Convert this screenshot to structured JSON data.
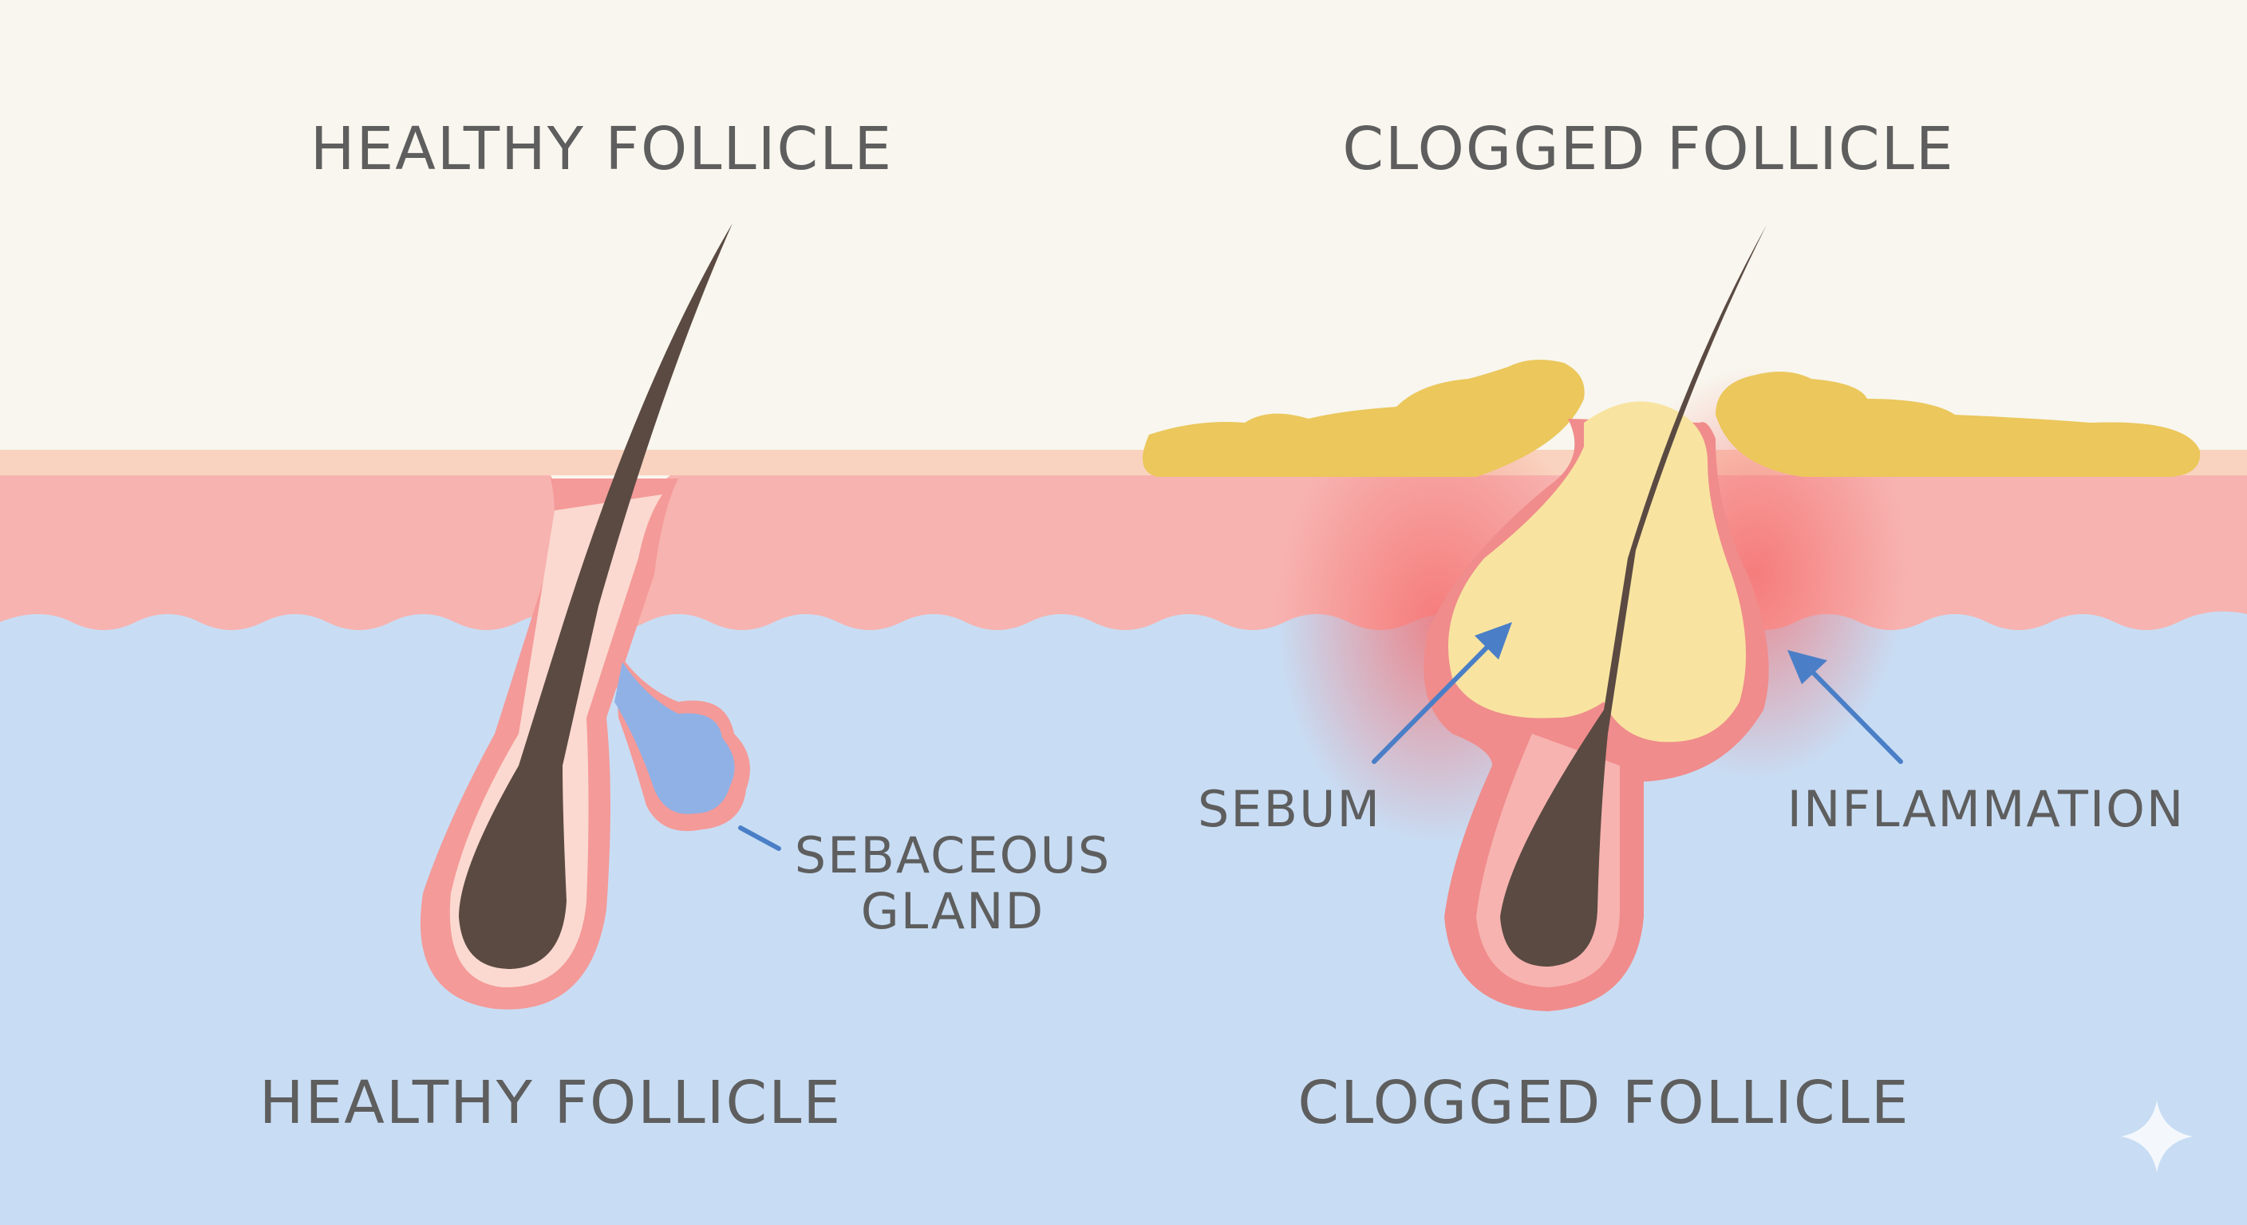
{
  "titles": {
    "healthy_top": "HEALTHY FOLLICLE",
    "clogged_top": "CLOGGED FOLLICLE"
  },
  "captions": {
    "healthy_bottom": "HEALTHY FOLLICLE",
    "clogged_bottom": "CLOGGED FOLLICLE"
  },
  "labels": {
    "sebaceous_line1": "SEBACEOUS",
    "sebaceous_line2": "GLAND",
    "sebum": "SEBUM",
    "inflammation": "INFLAMMATION"
  },
  "colors": {
    "background": "#f8f6ee",
    "epidermis": "#f7b3b0",
    "dermis": "#c8ddf4",
    "follicle_wall": "#f08c8c",
    "hair": "#5a4a42",
    "sebum": "#f8e4a0",
    "crust": "#ebc75c",
    "gland": "#8fb1e6",
    "arrow": "#4a7fc7"
  }
}
